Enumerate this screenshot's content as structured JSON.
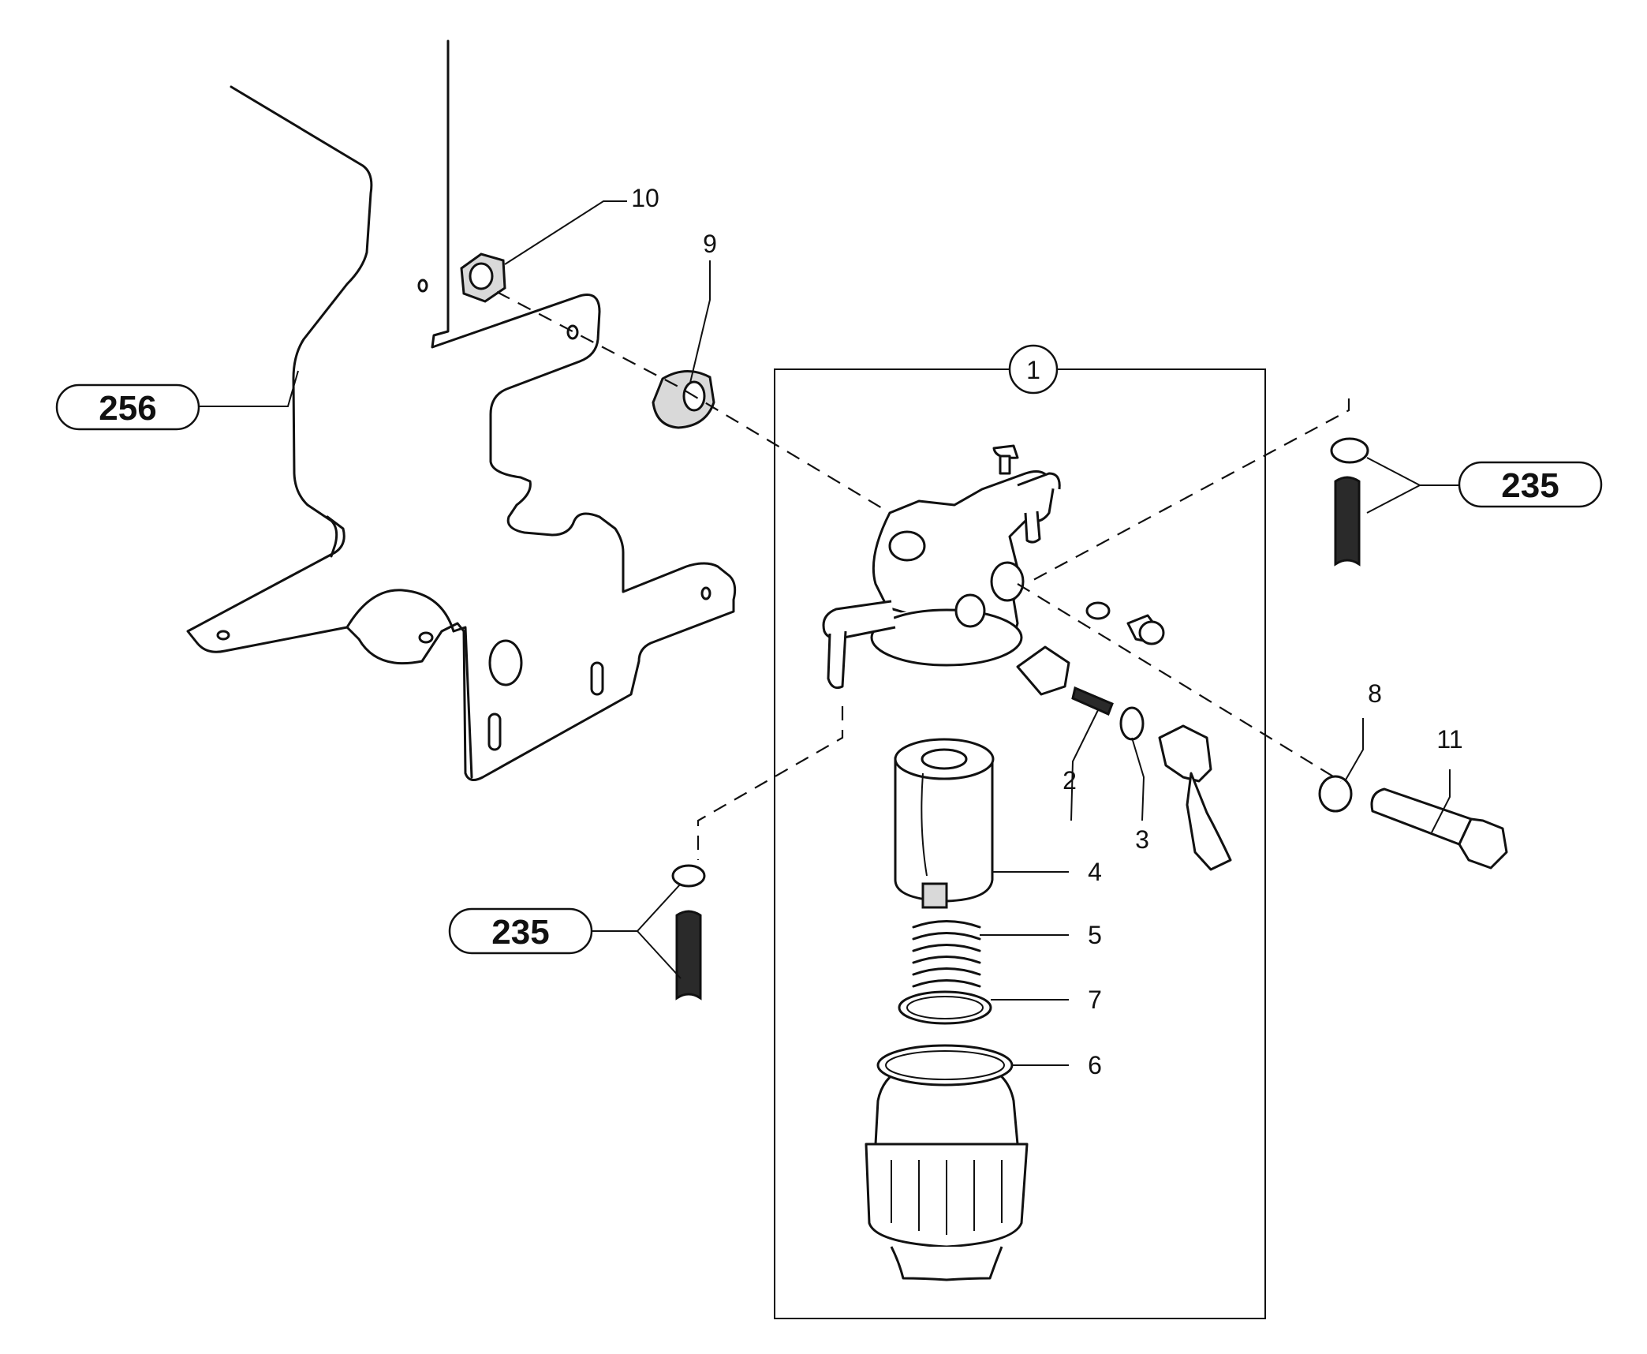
{
  "callouts": {
    "c1": "1",
    "c2": "2",
    "c3": "3",
    "c4": "4",
    "c5": "5",
    "c6": "6",
    "c7": "7",
    "c8": "8",
    "c9": "9",
    "c10": "10",
    "c11": "11"
  },
  "references": {
    "ref_256": "256",
    "ref_235_top": "235",
    "ref_235_bottom": "235"
  }
}
